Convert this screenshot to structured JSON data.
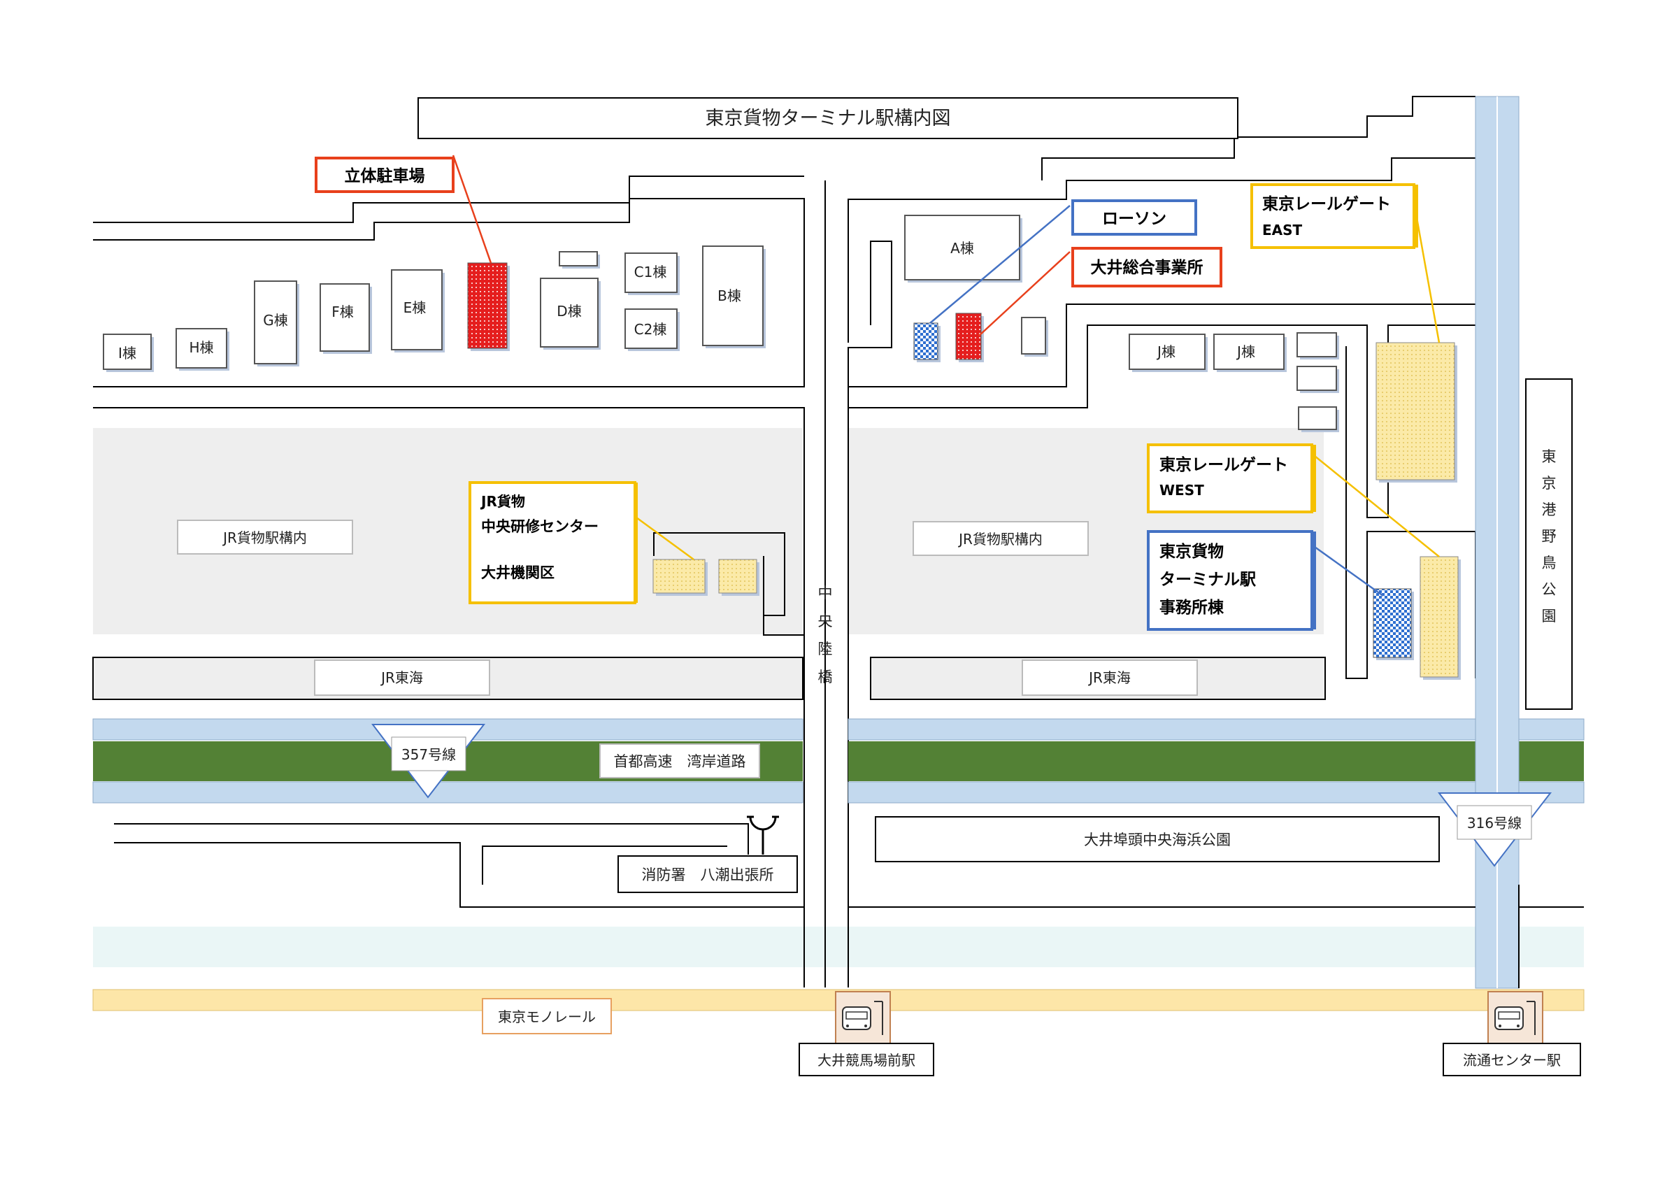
{
  "title": "東京貨物ターミナル駅構内図",
  "callouts": {
    "parking": "立体駐車場",
    "lawson": "ローソン",
    "oi_office": "大井総合事業所",
    "gate_east_1": "東京レールゲート",
    "gate_east_2": "EAST",
    "gate_west_1": "東京レールゲート",
    "gate_west_2": "WEST",
    "jr_center_1": "JR貨物",
    "jr_center_2": "中央研修センター",
    "jr_center_3": "大井機関区",
    "terminal_1": "東京貨物",
    "terminal_2": "ターミナル駅",
    "terminal_3": "事務所棟"
  },
  "buildings": {
    "a": "A棟",
    "b": "B棟",
    "c1": "C1棟",
    "c2": "C2棟",
    "d": "D棟",
    "e": "E棟",
    "f": "F棟",
    "g": "G棟",
    "h": "H棟",
    "i": "I棟",
    "j1": "J棟",
    "j2": "J棟"
  },
  "areas": {
    "jr_yard_left": "JR貨物駅構内",
    "jr_yard_right": "JR貨物駅構内",
    "jr_tokai_left": "JR東海",
    "jr_tokai_right": "JR東海",
    "expressway": "首都高速　湾岸道路",
    "route357": "357号線",
    "route316": "316号線",
    "park": "大井埠頭中央海浜公園",
    "fire_station": "消防署　八潮出張所",
    "monorail": "東京モノレール",
    "station_oi": "大井競馬場前駅",
    "station_ryutsu": "流通センター駅",
    "bridge_chars": [
      "中",
      "央",
      "陸",
      "橋"
    ],
    "wild_bird_park_chars": [
      "東",
      "京",
      "港",
      "野",
      "鳥",
      "公",
      "園"
    ]
  },
  "colors": {
    "red": "#e8401c",
    "blue": "#4472c4",
    "yellow": "#f5c000",
    "road_blue": "#c3d9ee",
    "expressway_green": "#538135",
    "monorail_yellow": "#fde6a8",
    "yard_gray": "#eeeeee"
  }
}
